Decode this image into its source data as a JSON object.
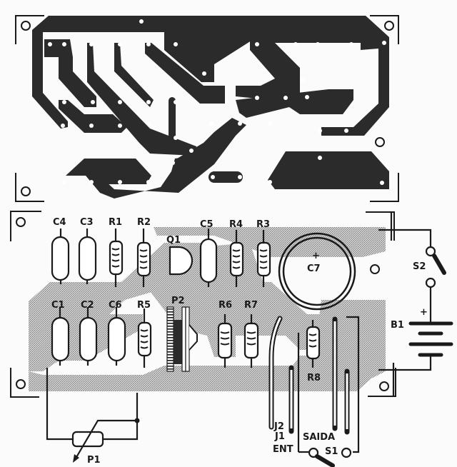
{
  "figure": {
    "type": "pcb-layout",
    "views": [
      "copper-side",
      "component-side"
    ],
    "colors": {
      "copper": "#2b2b2b",
      "trace_shadow": "#bdbdbd",
      "ink": "#1a1a1a",
      "background": "#fbfbfb"
    }
  },
  "components": {
    "capacitors": [
      {
        "ref": "C4"
      },
      {
        "ref": "C3"
      },
      {
        "ref": "C5"
      },
      {
        "ref": "C1"
      },
      {
        "ref": "C2"
      },
      {
        "ref": "C6"
      },
      {
        "ref": "C7",
        "polarity": "+"
      }
    ],
    "resistors": [
      {
        "ref": "R1"
      },
      {
        "ref": "R2"
      },
      {
        "ref": "R4"
      },
      {
        "ref": "R3"
      },
      {
        "ref": "R5"
      },
      {
        "ref": "R6"
      },
      {
        "ref": "R7"
      },
      {
        "ref": "R8"
      }
    ],
    "transistor": {
      "ref": "Q1"
    },
    "trimmer": {
      "ref": "P2"
    },
    "potentiometer": {
      "ref": "P1"
    },
    "switches": [
      {
        "ref": "S2"
      },
      {
        "ref": "S1"
      }
    ],
    "battery": {
      "ref": "B1",
      "polarity": "+"
    },
    "jacks": [
      {
        "ref": "J1",
        "label": "ENT"
      },
      {
        "ref": "J2",
        "label": "SAIDA"
      }
    ]
  },
  "labels": {
    "c4": "C4",
    "c3": "C3",
    "r1": "R1",
    "r2": "R2",
    "q1": "Q1",
    "c5": "C5",
    "r4": "R4",
    "r3": "R3",
    "c7": "C7",
    "c7_plus": "+",
    "c1": "C1",
    "c2": "C2",
    "c6": "C6",
    "r5": "R5",
    "p2": "P2",
    "r6": "R6",
    "r7": "R7",
    "r8": "R8",
    "s2": "S2",
    "b1": "B1",
    "b1_plus": "+",
    "j1": "J1",
    "ent": "ENT",
    "j2": "J2",
    "saida": "SAIDA",
    "s1": "S1",
    "p1": "P1"
  }
}
